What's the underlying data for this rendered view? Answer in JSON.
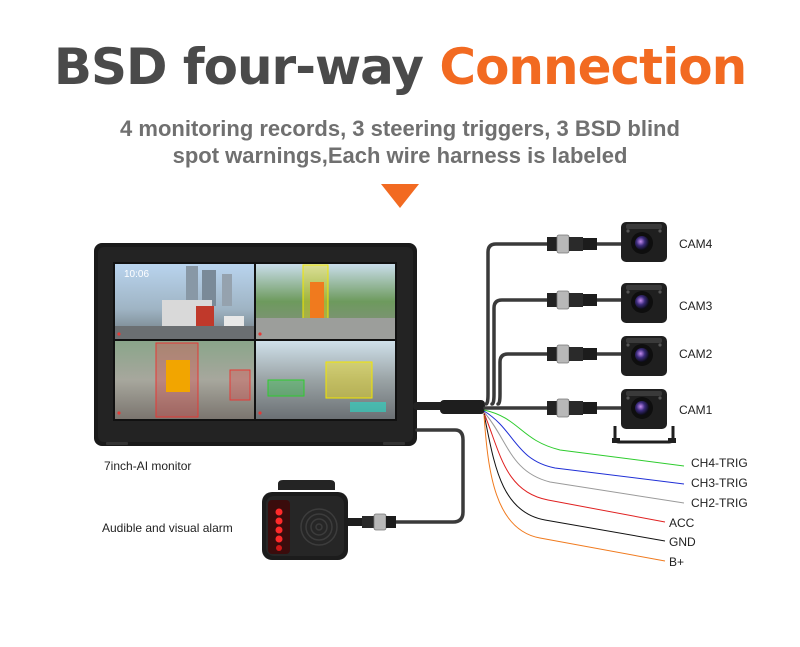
{
  "header": {
    "title_part1": "BSD four-way",
    "title_part2": "Connection",
    "subtitle_line1": "4 monitoring records, 3 steering triggers, 3 BSD blind",
    "subtitle_line2": "spot warnings,Each wire harness is labeled"
  },
  "monitor": {
    "label": "7inch-AI monitor",
    "screen_time": "10:06"
  },
  "alarm": {
    "label": "Audible and visual alarm"
  },
  "cameras": [
    {
      "label": "CAM4"
    },
    {
      "label": "CAM3"
    },
    {
      "label": "CAM2"
    },
    {
      "label": "CAM1"
    }
  ],
  "wires": [
    {
      "label": "CH4-TRIG",
      "color": "#2ecc2e"
    },
    {
      "label": "CH3-TRIG",
      "color": "#1f2fd6"
    },
    {
      "label": "CH2-TRIG",
      "color": "#9a9a9a"
    },
    {
      "label": "ACC",
      "color": "#e02020"
    },
    {
      "label": "GND",
      "color": "#111111"
    },
    {
      "label": "B+",
      "color": "#f07a1e"
    }
  ],
  "colors": {
    "accent": "#f26a21",
    "title_dark": "#4a4a4a"
  }
}
